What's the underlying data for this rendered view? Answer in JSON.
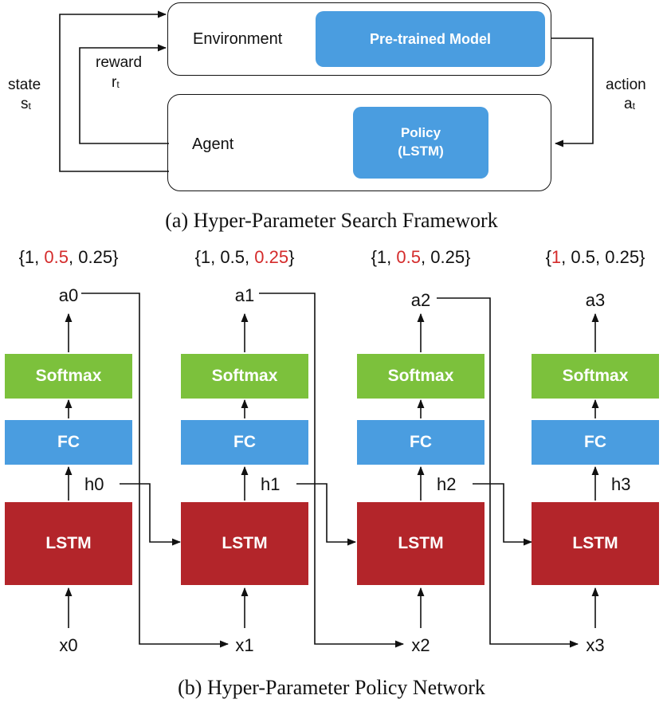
{
  "panel_a": {
    "environment_label": "Environment",
    "pretrained_label": "Pre-trained Model",
    "agent_label": "Agent",
    "policy_line1": "Policy",
    "policy_line2": "(LSTM)",
    "state_label": "state",
    "state_symbol": "s",
    "state_sub": "t",
    "reward_label": "reward",
    "reward_symbol": "r",
    "reward_sub": "t",
    "action_label": "action",
    "action_symbol": "a",
    "action_sub": "t",
    "caption": "(a) Hyper-Parameter Search Framework"
  },
  "panel_b": {
    "caption": "(b) Hyper-Parameter Policy Network",
    "softmax_label": "Softmax",
    "fc_label": "FC",
    "lstm_label": "LSTM",
    "highlight_color": "#d42b2b",
    "steps": [
      {
        "action": "a0",
        "hidden": "h0",
        "input": "x0",
        "set": [
          "1",
          "0.5",
          "0.25"
        ],
        "selected": 1
      },
      {
        "action": "a1",
        "hidden": "h1",
        "input": "x1",
        "set": [
          "1",
          "0.5",
          "0.25"
        ],
        "selected": 2
      },
      {
        "action": "a2",
        "hidden": "h2",
        "input": "x2",
        "set": [
          "1",
          "0.5",
          "0.25"
        ],
        "selected": 1
      },
      {
        "action": "a3",
        "hidden": "h3",
        "input": "x3",
        "set": [
          "1",
          "0.5",
          "0.25"
        ],
        "selected": 0
      }
    ]
  }
}
